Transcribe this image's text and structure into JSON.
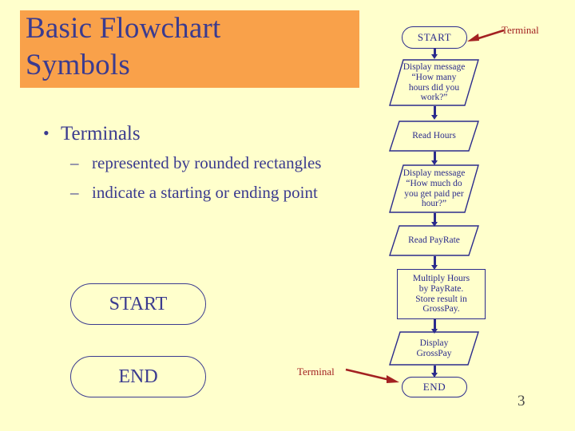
{
  "slide": {
    "title": "Basic Flowchart\nSymbols",
    "page_number": "3",
    "background_color": "#FFFFCC",
    "banner_color": "#F9A14A",
    "text_color": "#3B3B8F",
    "annotation_color": "#A32121"
  },
  "bullets": {
    "level1_marker": "•",
    "level2_marker": "–",
    "items": [
      {
        "level": 1,
        "text": "Terminals"
      },
      {
        "level": 2,
        "text": "represented by rounded rectangles"
      },
      {
        "level": 2,
        "text": "indicate a starting or ending point"
      }
    ]
  },
  "examples": {
    "start_label": "START",
    "end_label": "END"
  },
  "annotations": [
    {
      "label": "Terminal",
      "points_to": "flowchart-start"
    },
    {
      "label": "Terminal",
      "points_to": "flowchart-end"
    }
  ],
  "flowchart": {
    "nodes": [
      {
        "id": "start",
        "type": "terminal",
        "text": "START"
      },
      {
        "id": "msg-hours",
        "type": "io",
        "text": "Display message\n“How many\nhours did you\nwork?”"
      },
      {
        "id": "read-hours",
        "type": "io",
        "text": "Read Hours"
      },
      {
        "id": "msg-pay",
        "type": "io",
        "text": "Display message\n“How much do\nyou get paid per\nhour?”"
      },
      {
        "id": "read-pay",
        "type": "io",
        "text": "Read PayRate"
      },
      {
        "id": "multiply",
        "type": "process",
        "text": "Multiply Hours\nby PayRate.\nStore result in\nGrossPay."
      },
      {
        "id": "display-gp",
        "type": "io",
        "text": "Display\nGrossPay"
      },
      {
        "id": "end",
        "type": "terminal",
        "text": "END"
      }
    ]
  }
}
